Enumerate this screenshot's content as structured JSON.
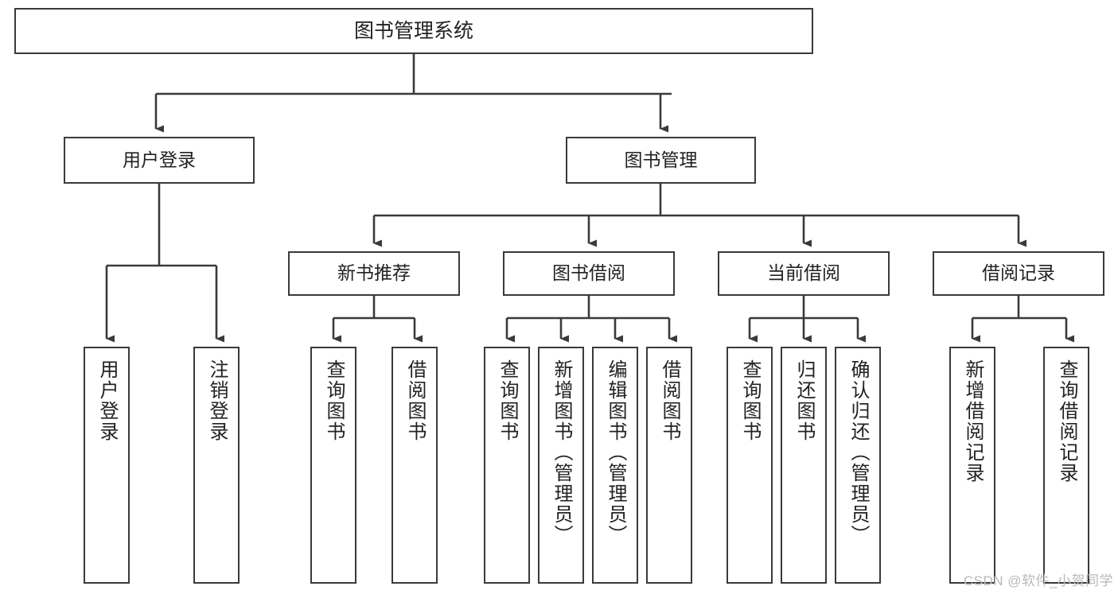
{
  "diagram": {
    "type": "tree-hierarchy-chart",
    "title": "图书管理系统",
    "colors": {
      "box_border": "#3a3a3a",
      "box_fill": "#ffffff",
      "edge": "#3a3a3a",
      "text": "#222222",
      "watermark": "#b9b9b9"
    },
    "root": {
      "label": "图书管理系统"
    },
    "level1": [
      {
        "label": "用户登录"
      },
      {
        "label": "图书管理"
      }
    ],
    "level2": [
      {
        "label": "新书推荐"
      },
      {
        "label": "图书借阅"
      },
      {
        "label": "当前借阅"
      },
      {
        "label": "借阅记录"
      }
    ],
    "leaves": {
      "user_login": [
        {
          "label": "用户登录"
        },
        {
          "label": "注销登录"
        }
      ],
      "new_book_recommend": [
        {
          "label": "查询图书"
        },
        {
          "label": "借阅图书"
        }
      ],
      "book_borrow": [
        {
          "label": "查询图书"
        },
        {
          "label": "新增图书（管理员）"
        },
        {
          "label": "编辑图书（管理员）"
        },
        {
          "label": "借阅图书"
        }
      ],
      "current_borrow": [
        {
          "label": "查询图书"
        },
        {
          "label": "归还图书"
        },
        {
          "label": "确认归还（管理员）"
        }
      ],
      "borrow_record": [
        {
          "label": "新增借阅记录"
        },
        {
          "label": "查询借阅记录"
        }
      ]
    }
  },
  "watermark": {
    "text": "CSDN @软件_小贺同学"
  }
}
